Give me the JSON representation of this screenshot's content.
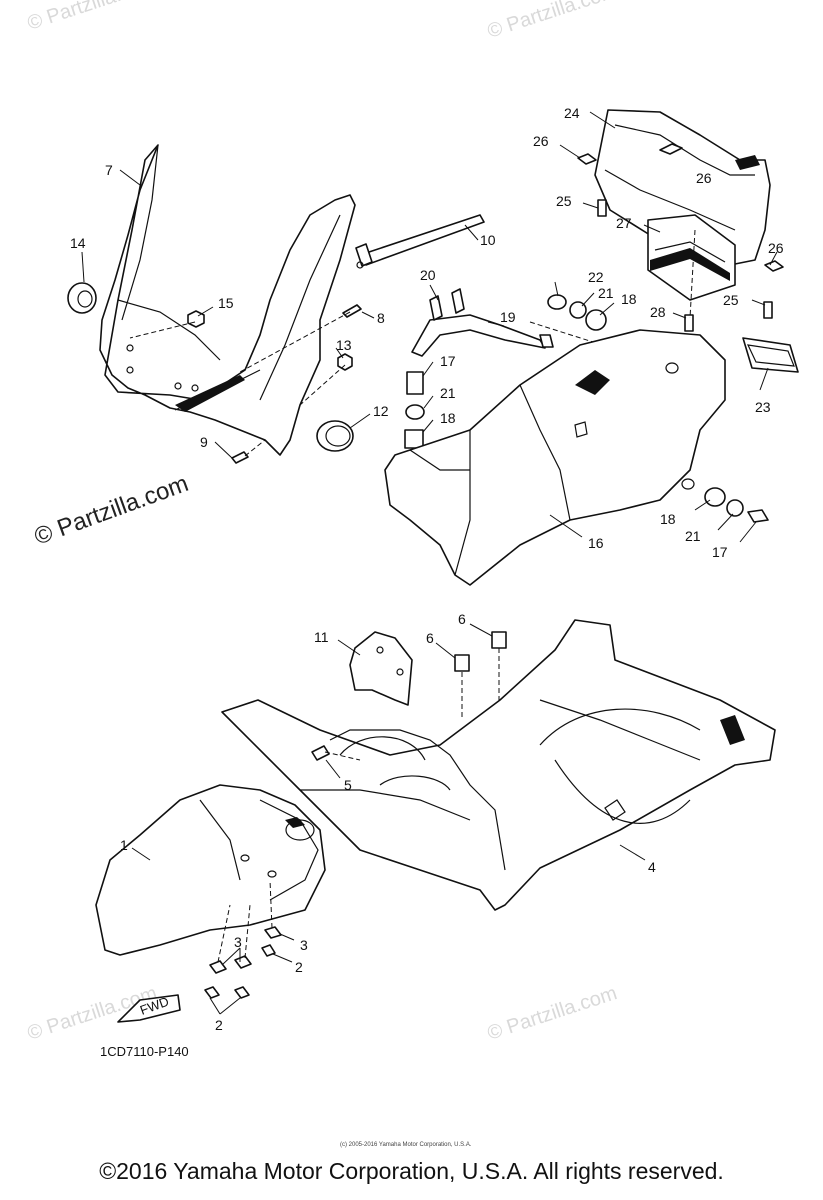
{
  "watermark_text": "© Partzilla.com",
  "watermark_main": "© Partzilla.com",
  "diagram_code": "1CD7110-P140",
  "fwd_label": "FWD",
  "small_copyright": "(c) 2005-2016 Yamaha Motor Corporation, U.S.A.",
  "footer_copyright": "©2016 Yamaha Motor Corporation, U.S.A. All rights reserved.",
  "callouts": {
    "c1": "1",
    "c2a": "2",
    "c2b": "2",
    "c3a": "3",
    "c3b": "3",
    "c4": "4",
    "c5": "5",
    "c6a": "6",
    "c6b": "6",
    "c7": "7",
    "c8": "8",
    "c9": "9",
    "c10": "10",
    "c11": "11",
    "c12": "12",
    "c13": "13",
    "c14": "14",
    "c15": "15",
    "c16": "16",
    "c17a": "17",
    "c17b": "17",
    "c18a": "18",
    "c18b": "18",
    "c18c": "18",
    "c19": "19",
    "c20": "20",
    "c21a": "21",
    "c21b": "21",
    "c21c": "21",
    "c22": "22",
    "c23": "23",
    "c24": "24",
    "c25a": "25",
    "c25b": "25",
    "c26a": "26",
    "c26b": "26",
    "c26c": "26",
    "c27": "27",
    "c28": "28"
  }
}
